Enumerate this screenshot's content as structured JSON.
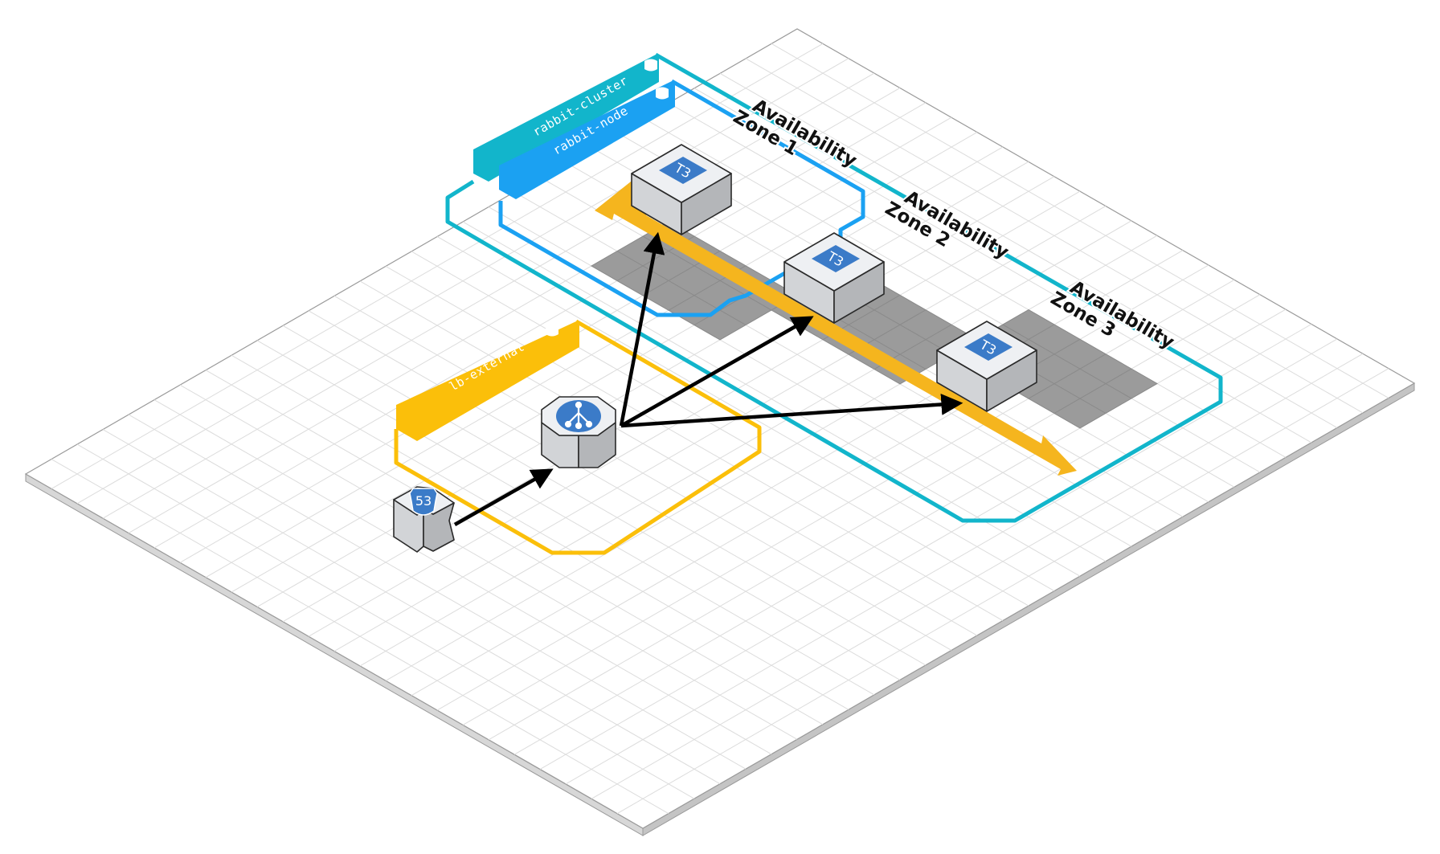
{
  "colors": {
    "grid_line": "#dcdcdc",
    "grid_border": "#9a9a9a",
    "zone_fill": "#9b9b9b",
    "cluster": "#12b5cb",
    "node": "#1ba1f2",
    "lb": "#fbbf0a",
    "replication_arrow": "#f5b51e",
    "connection_arrow": "#000000",
    "icon_blue": "#3b7bc8",
    "box_top": "#eef0f3",
    "box_left": "#d2d4d7",
    "box_right": "#b4b6b9"
  },
  "groups": {
    "cluster": {
      "label": "rabbit-cluster",
      "icon": "security-group-icon"
    },
    "node": {
      "label": "rabbit-node",
      "icon": "security-group-icon"
    },
    "lb": {
      "label": "lb-external",
      "icon": "security-group-icon"
    }
  },
  "zones": [
    {
      "line1": "Availability",
      "line2": "Zone 1"
    },
    {
      "line1": "Availability",
      "line2": "Zone 2"
    },
    {
      "line1": "Availability",
      "line2": "Zone 3"
    }
  ],
  "instances": [
    {
      "label": "T3"
    },
    {
      "label": "T3"
    },
    {
      "label": "T3"
    }
  ],
  "dns": {
    "label": "53",
    "icon": "route53-icon"
  },
  "load_balancer": {
    "icon": "load-balancer-icon"
  }
}
